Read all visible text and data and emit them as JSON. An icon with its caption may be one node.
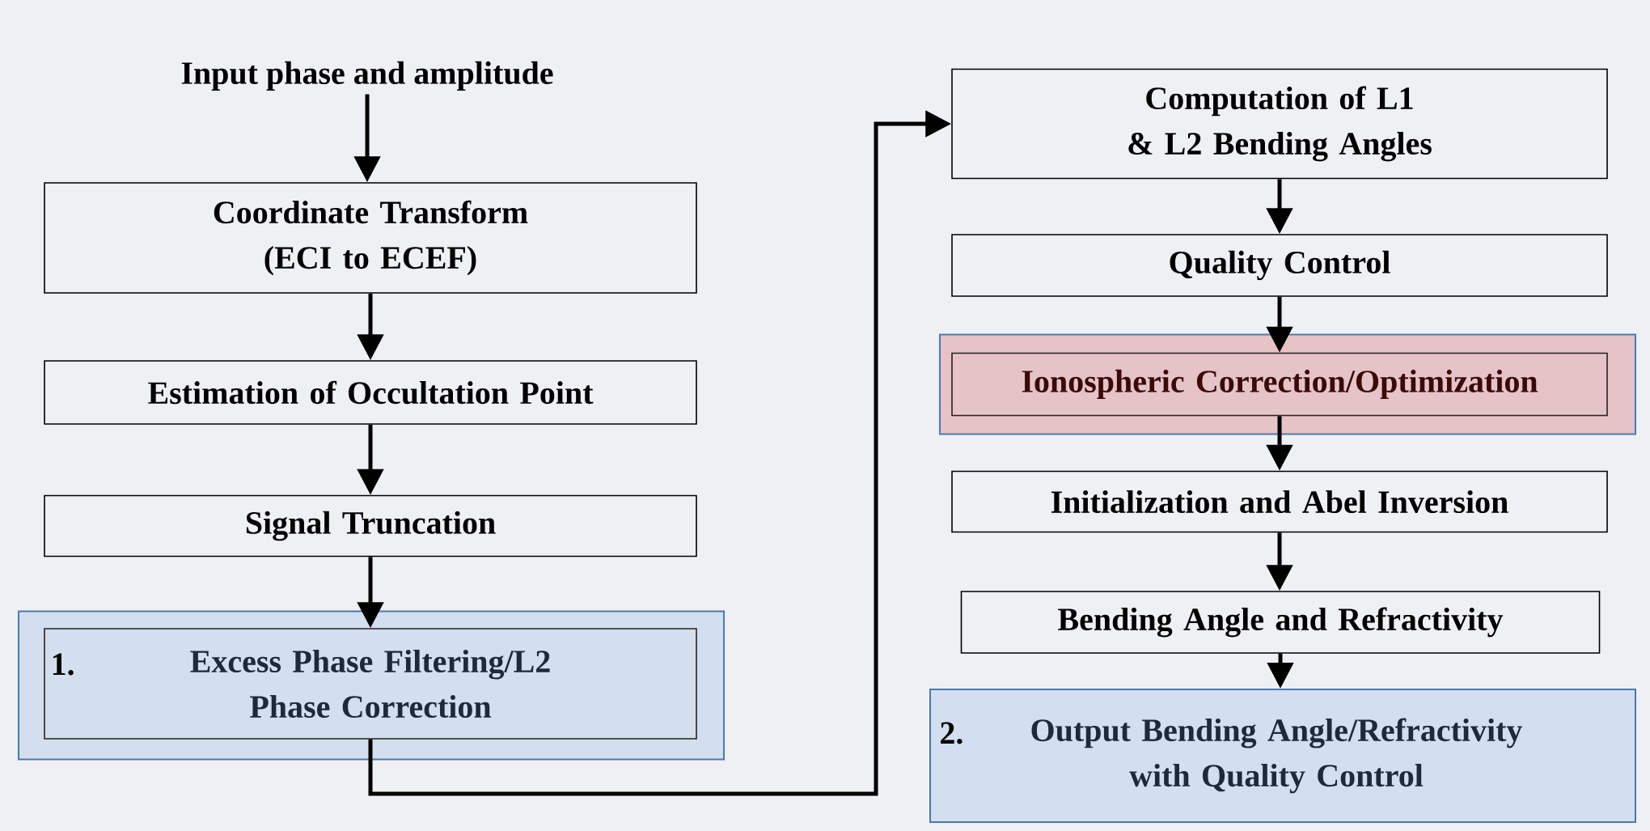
{
  "diagram": {
    "nodes": [
      {
        "text": [
          "Input phase and amplitude"
        ]
      },
      {
        "text": [
          "Coordinate Transform (ECI to ECEF)"
        ]
      },
      {
        "text": [
          "Estimation of Occultation Point"
        ]
      },
      {
        "text": [
          "Signal Truncation"
        ]
      },
      {
        "text": [],
        "shape": "box"
      },
      {
        "text": [
          "1.",
          "Excess Phase Filtering/L2 Phase Correction"
        ],
        "in": 4
      },
      {
        "text": [
          "Computation of L1 & L2 Bending Angles"
        ]
      },
      {
        "text": [
          "Quality Control"
        ]
      },
      {
        "text": [],
        "shape": "box"
      },
      {
        "text": [
          "Ionospheric Correction/Optimization"
        ],
        "in": 8
      },
      {
        "text": [
          "Initialization and Abel Inversion"
        ]
      },
      {
        "text": [
          "Bending Angle and Refractivity"
        ]
      },
      {
        "text": [
          "2.",
          "Output Bending Angle/Refractivity with Quality Control"
        ]
      }
    ],
    "edges": [
      {
        "from": 0,
        "to": 1,
        "arrow": "to"
      },
      {
        "from": 1,
        "to": 2,
        "arrow": "to"
      },
      {
        "from": 2,
        "to": 3,
        "arrow": "to"
      },
      {
        "from": 3,
        "to": 5,
        "arrow": "to"
      },
      {
        "from": 5,
        "to": 6,
        "arrow": "to"
      },
      {
        "from": 6,
        "to": 7,
        "arrow": "to"
      },
      {
        "from": 7,
        "to": 9,
        "arrow": "to"
      },
      {
        "from": 9,
        "to": 10,
        "arrow": "to"
      },
      {
        "from": 10,
        "to": 11,
        "arrow": "to"
      },
      {
        "from": 11,
        "to": 12,
        "arrow": "to"
      }
    ]
  }
}
